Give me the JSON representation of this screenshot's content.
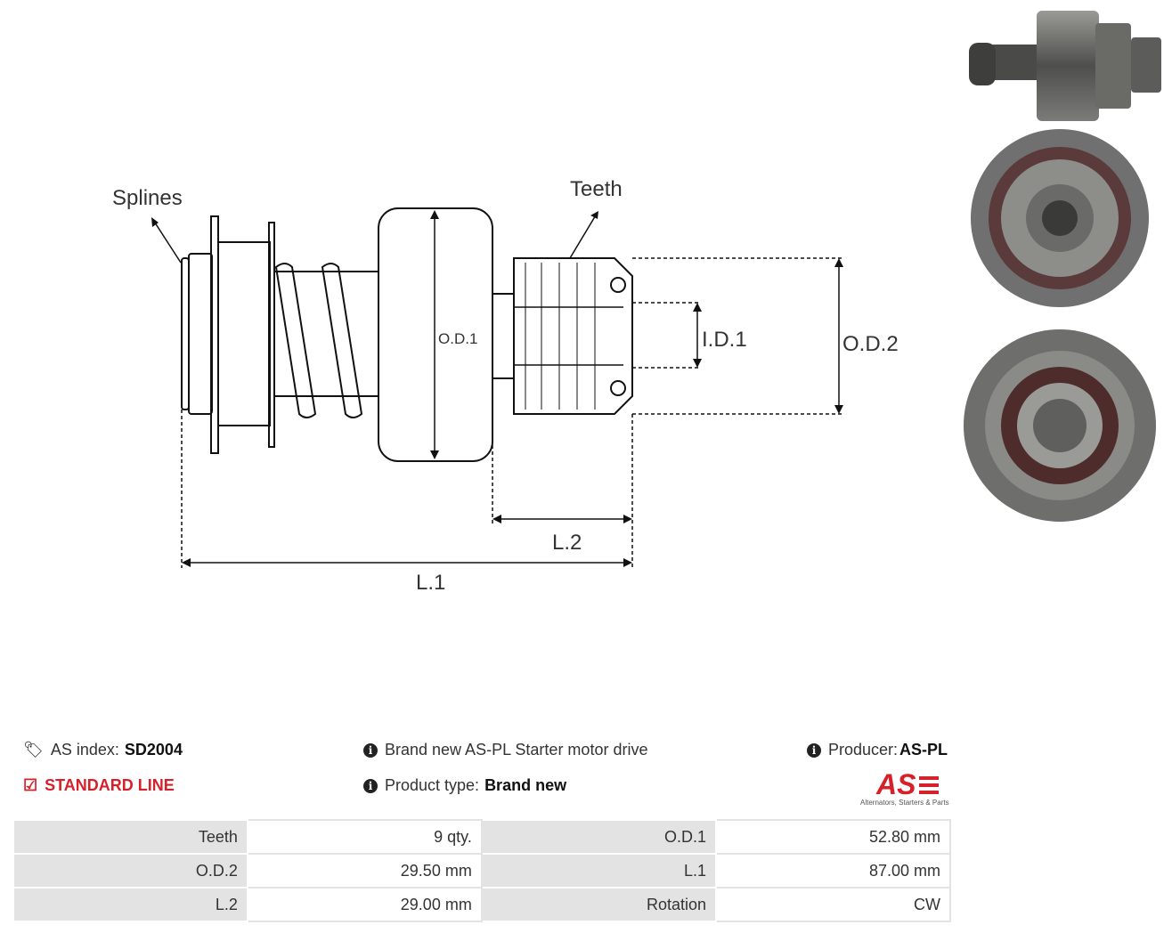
{
  "diagram": {
    "label_splines": "Splines",
    "label_teeth": "Teeth",
    "label_od1": "O.D.1",
    "label_id1": "I.D.1",
    "label_od2": "O.D.2",
    "label_l2": "L.2",
    "label_l1": "L.1"
  },
  "info": {
    "as_index_label": "AS index:",
    "as_index_value": "SD2004",
    "standard_line": "STANDARD LINE",
    "description": "Brand new AS-PL Starter motor drive",
    "product_type_label": "Product type:",
    "product_type_value": "Brand new",
    "producer_label": "Producer:",
    "producer_value": "AS-PL",
    "logo_text": "AS",
    "logo_subtitle": "Alternators, Starters & Parts"
  },
  "specs": [
    {
      "k1": "Teeth",
      "v1": "9 qty.",
      "k2": "O.D.1",
      "v2": "52.80 mm"
    },
    {
      "k1": "O.D.2",
      "v1": "29.50 mm",
      "k2": "L.1",
      "v2": "87.00 mm"
    },
    {
      "k1": "L.2",
      "v1": "29.00 mm",
      "k2": "Rotation",
      "v2": "CW"
    }
  ],
  "colors": {
    "accent_red": "#d6202a",
    "table_header_bg": "#e3e3e3"
  },
  "icons": [
    "tags-icon",
    "check-square-icon",
    "info-circle-icon"
  ]
}
